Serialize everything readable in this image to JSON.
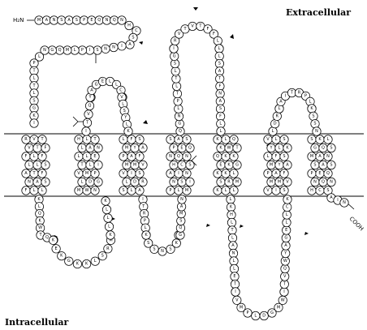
{
  "labels": {
    "extracellular": "Extracellular",
    "intracellular": "Intracellular",
    "n_terminus": "H₂N",
    "c_terminus": "COOH"
  },
  "diagram": {
    "type": "membrane topology",
    "transmembrane_segments": 7,
    "n_terminal_sequence": "MANSASPEQNQNHCSAINNSIPLMQGNLPTLTLSGKIRVTVTFFLFLLSATFNASFLLKLQKWTQKKEKGKKLSRMKLLLKHLTLANLLETLIVMPLDGMWNITVQWYAGELLCKVLSYLKLFSMYAPAFMMVVISLDRSLAITRPLAKSSNSKLGQS"
  },
  "colors": {
    "ink": "#000000",
    "paper": "#ffffff"
  }
}
